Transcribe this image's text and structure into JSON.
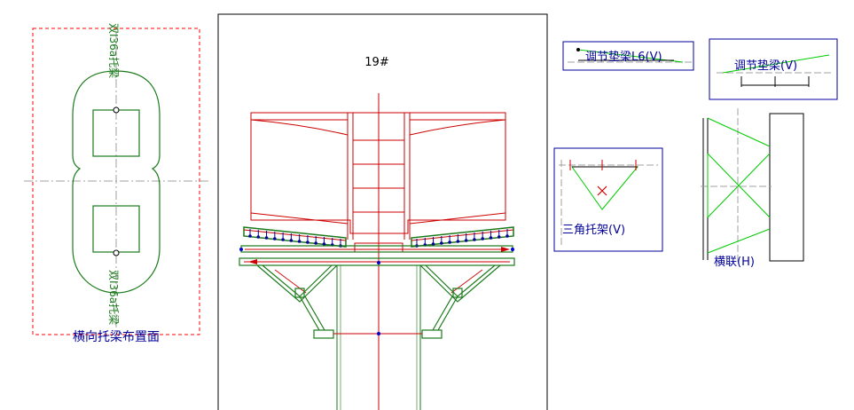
{
  "drawing": {
    "pier_number": "19#"
  },
  "plan_view": {
    "title": "横向托梁布置面",
    "beam_top_label": "双I36a托梁",
    "beam_bottom_label": "双I36a托梁"
  },
  "details": [
    {
      "id": "adjust_beam_1",
      "label": "调节垫梁L6(V)"
    },
    {
      "id": "adjust_beam_2",
      "label": "调节垫梁(V)"
    },
    {
      "id": "triangle_bracket",
      "label": "三角托架(V)"
    },
    {
      "id": "cross_brace",
      "label": "横联(H)"
    }
  ],
  "colors": {
    "outline_green": "#1a7a1a",
    "girder_red": "#cc0000",
    "frame_black": "#000000",
    "dashed_red": "#ff0000",
    "label_blue": "#000099",
    "axis_gray": "#a0a0a0",
    "bright_green": "#00cc00"
  }
}
